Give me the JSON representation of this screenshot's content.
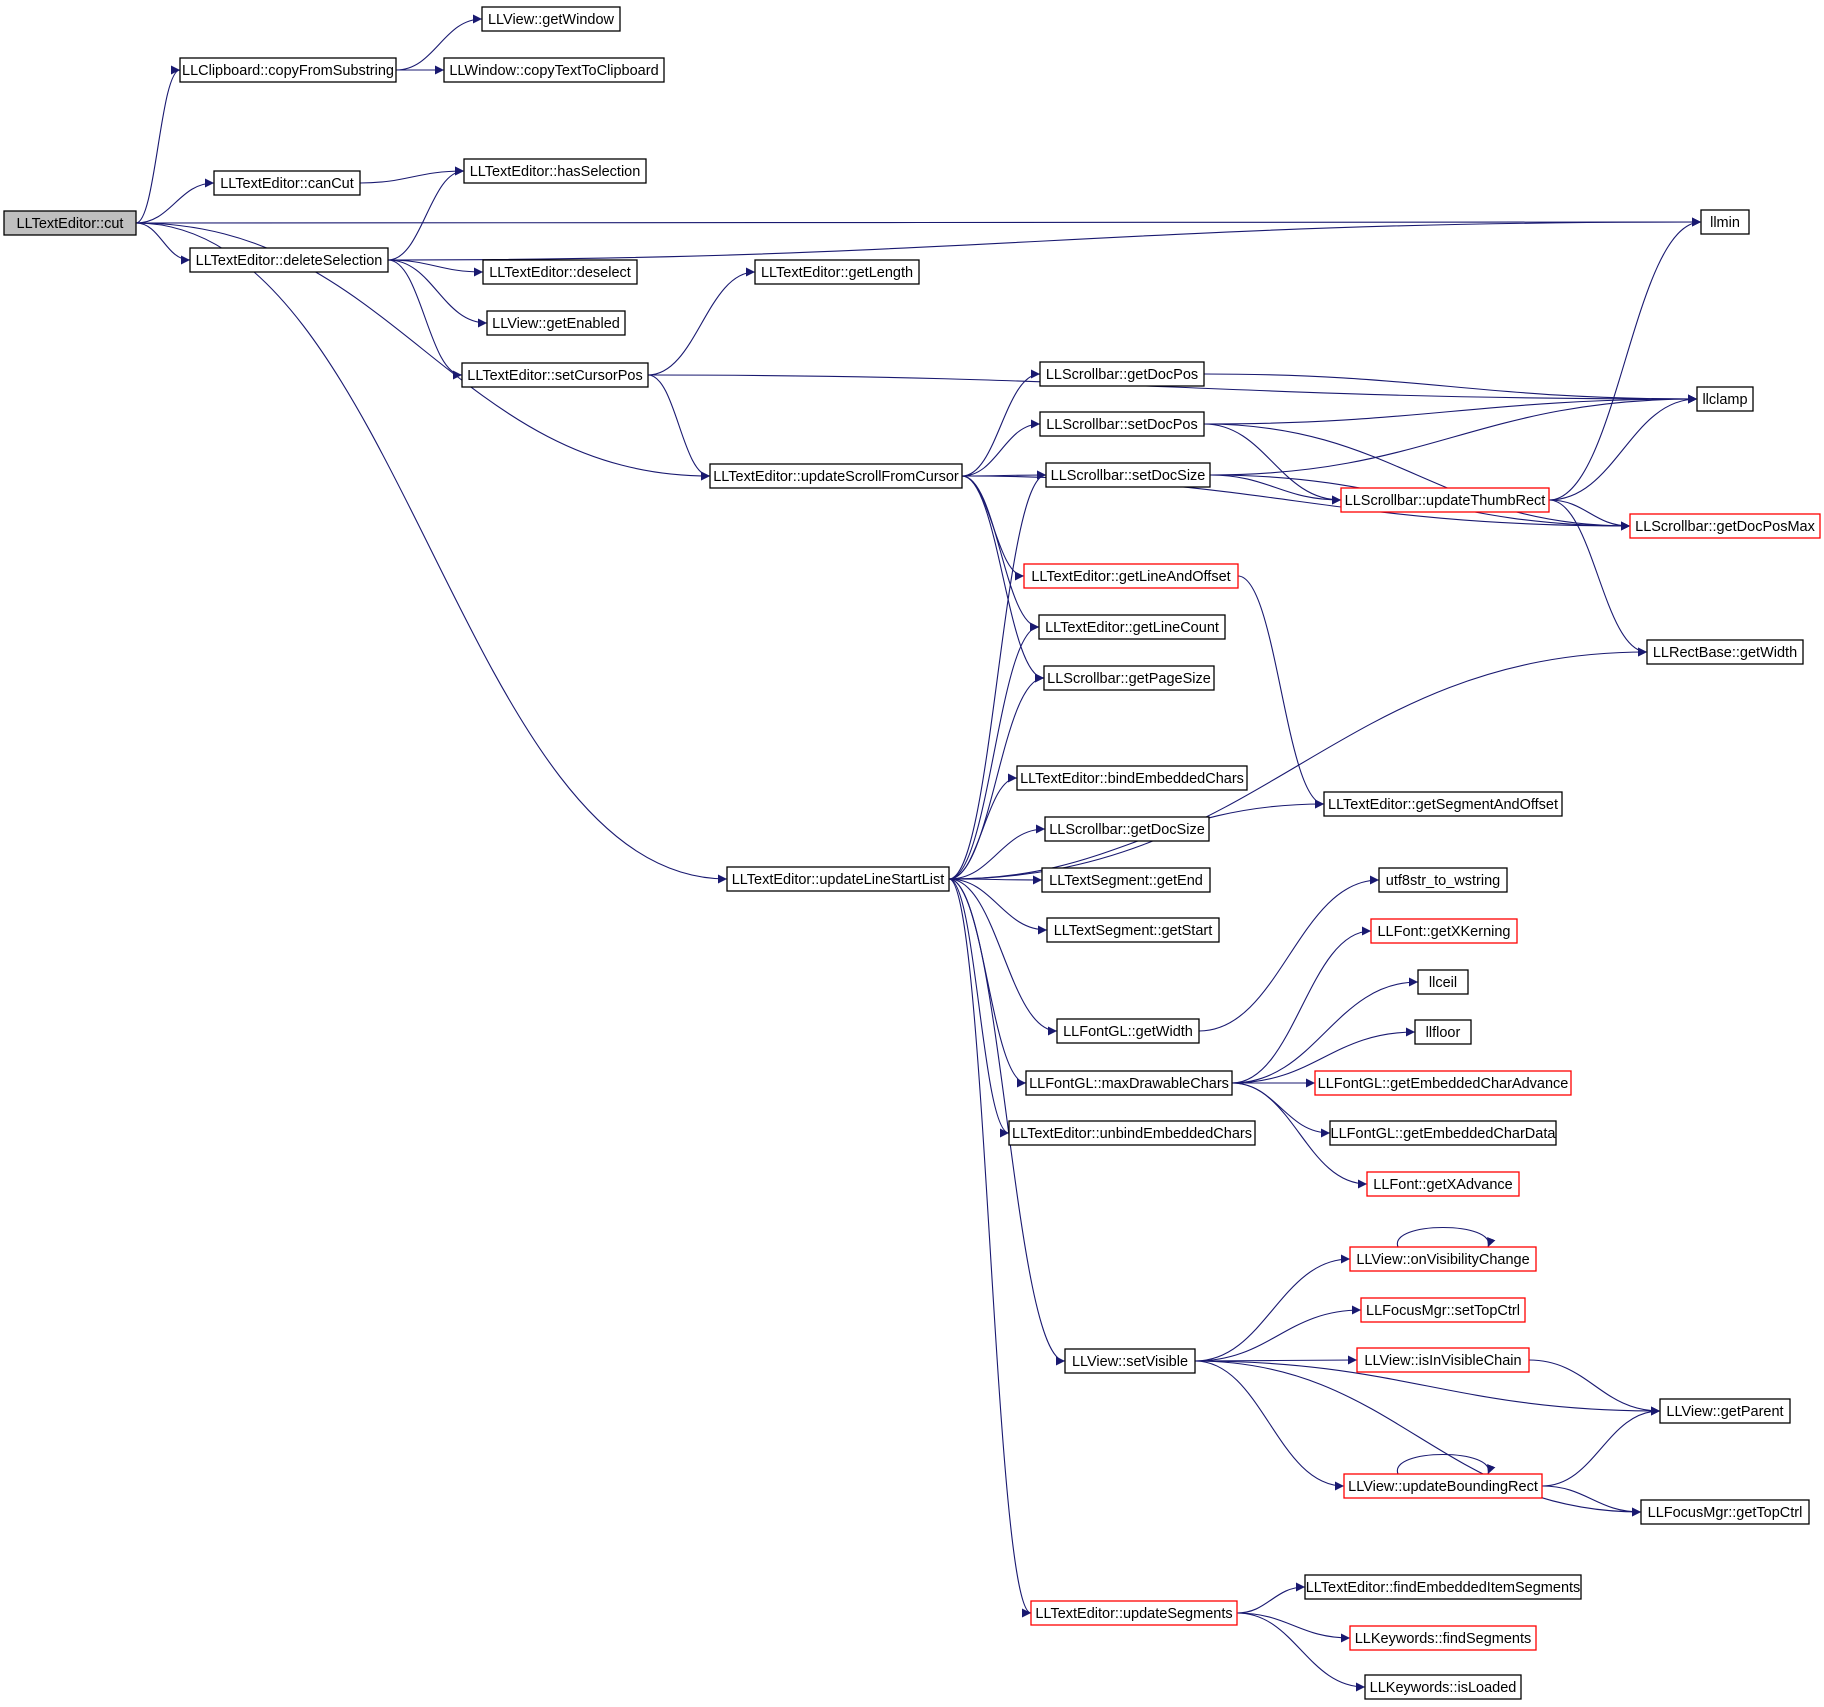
{
  "colors": {
    "edge": "#191970",
    "border_default": "#000000",
    "border_red": "#ff0000",
    "root_fill": "#bfbfbf"
  },
  "nodes": [
    {
      "id": "cut",
      "label": "LLTextEditor::cut",
      "style": "root"
    },
    {
      "id": "copyFromSubstring",
      "label": "LLClipboard::copyFromSubstring",
      "style": "black"
    },
    {
      "id": "getWindow",
      "label": "LLView::getWindow",
      "style": "black"
    },
    {
      "id": "copyTextToClipboard",
      "label": "LLWindow::copyTextToClipboard",
      "style": "black"
    },
    {
      "id": "canCut",
      "label": "LLTextEditor::canCut",
      "style": "black"
    },
    {
      "id": "hasSelection",
      "label": "LLTextEditor::hasSelection",
      "style": "black"
    },
    {
      "id": "deleteSelection",
      "label": "LLTextEditor::deleteSelection",
      "style": "black"
    },
    {
      "id": "llmin",
      "label": "llmin",
      "style": "black"
    },
    {
      "id": "deselect",
      "label": "LLTextEditor::deselect",
      "style": "black"
    },
    {
      "id": "getEnabled",
      "label": "LLView::getEnabled",
      "style": "black"
    },
    {
      "id": "getLength",
      "label": "LLTextEditor::getLength",
      "style": "black"
    },
    {
      "id": "setCursorPos",
      "label": "LLTextEditor::setCursorPos",
      "style": "black"
    },
    {
      "id": "llclamp",
      "label": "llclamp",
      "style": "black"
    },
    {
      "id": "getDocPos",
      "label": "LLScrollbar::getDocPos",
      "style": "black"
    },
    {
      "id": "setDocPos",
      "label": "LLScrollbar::setDocPos",
      "style": "black"
    },
    {
      "id": "updateScrollFromCursor",
      "label": "LLTextEditor::updateScrollFromCursor",
      "style": "black"
    },
    {
      "id": "setDocSize",
      "label": "LLScrollbar::setDocSize",
      "style": "black"
    },
    {
      "id": "updateThumbRect",
      "label": "LLScrollbar::updateThumbRect",
      "style": "red"
    },
    {
      "id": "getDocPosMax",
      "label": "LLScrollbar::getDocPosMax",
      "style": "red"
    },
    {
      "id": "getLineAndOffset",
      "label": "LLTextEditor::getLineAndOffset",
      "style": "red"
    },
    {
      "id": "getLineCount",
      "label": "LLTextEditor::getLineCount",
      "style": "black"
    },
    {
      "id": "getPageSize",
      "label": "LLScrollbar::getPageSize",
      "style": "black"
    },
    {
      "id": "rectGetWidth",
      "label": "LLRectBase::getWidth",
      "style": "black"
    },
    {
      "id": "bindEmbeddedChars",
      "label": "LLTextEditor::bindEmbeddedChars",
      "style": "black"
    },
    {
      "id": "getSegmentAndOffset",
      "label": "LLTextEditor::getSegmentAndOffset",
      "style": "black"
    },
    {
      "id": "getDocSize",
      "label": "LLScrollbar::getDocSize",
      "style": "black"
    },
    {
      "id": "updateLineStartList",
      "label": "LLTextEditor::updateLineStartList",
      "style": "black"
    },
    {
      "id": "getEnd",
      "label": "LLTextSegment::getEnd",
      "style": "black"
    },
    {
      "id": "utf8str",
      "label": "utf8str_to_wstring",
      "style": "black"
    },
    {
      "id": "getStart",
      "label": "LLTextSegment::getStart",
      "style": "black"
    },
    {
      "id": "getXKerning",
      "label": "LLFont::getXKerning",
      "style": "red"
    },
    {
      "id": "llceil",
      "label": "llceil",
      "style": "black"
    },
    {
      "id": "fontGetWidth",
      "label": "LLFontGL::getWidth",
      "style": "black"
    },
    {
      "id": "llfloor",
      "label": "llfloor",
      "style": "black"
    },
    {
      "id": "maxDrawableChars",
      "label": "LLFontGL::maxDrawableChars",
      "style": "black"
    },
    {
      "id": "getEmbeddedCharAdvance",
      "label": "LLFontGL::getEmbeddedCharAdvance",
      "style": "red"
    },
    {
      "id": "unbindEmbeddedChars",
      "label": "LLTextEditor::unbindEmbeddedChars",
      "style": "black"
    },
    {
      "id": "getEmbeddedCharData",
      "label": "LLFontGL::getEmbeddedCharData",
      "style": "black"
    },
    {
      "id": "getXAdvance",
      "label": "LLFont::getXAdvance",
      "style": "red"
    },
    {
      "id": "onVisibilityChange",
      "label": "LLView::onVisibilityChange",
      "style": "red"
    },
    {
      "id": "setTopCtrl",
      "label": "LLFocusMgr::setTopCtrl",
      "style": "red"
    },
    {
      "id": "setVisible",
      "label": "LLView::setVisible",
      "style": "black"
    },
    {
      "id": "isInVisibleChain",
      "label": "LLView::isInVisibleChain",
      "style": "red"
    },
    {
      "id": "getParent",
      "label": "LLView::getParent",
      "style": "black"
    },
    {
      "id": "updateBoundingRect",
      "label": "LLView::updateBoundingRect",
      "style": "red"
    },
    {
      "id": "getTopCtrl",
      "label": "LLFocusMgr::getTopCtrl",
      "style": "black"
    },
    {
      "id": "findEmbeddedItemSegments",
      "label": "LLTextEditor::findEmbeddedItemSegments",
      "style": "black"
    },
    {
      "id": "updateSegments",
      "label": "LLTextEditor::updateSegments",
      "style": "red"
    },
    {
      "id": "findSegments",
      "label": "LLKeywords::findSegments",
      "style": "red"
    },
    {
      "id": "isLoaded",
      "label": "LLKeywords::isLoaded",
      "style": "black"
    }
  ],
  "edges": [
    [
      "cut",
      "copyFromSubstring"
    ],
    [
      "copyFromSubstring",
      "getWindow"
    ],
    [
      "copyFromSubstring",
      "copyTextToClipboard"
    ],
    [
      "cut",
      "llmin"
    ],
    [
      "cut",
      "canCut"
    ],
    [
      "canCut",
      "hasSelection"
    ],
    [
      "cut",
      "deleteSelection"
    ],
    [
      "deleteSelection",
      "hasSelection"
    ],
    [
      "deleteSelection",
      "llmin"
    ],
    [
      "deleteSelection",
      "deselect"
    ],
    [
      "deleteSelection",
      "getEnabled"
    ],
    [
      "deleteSelection",
      "setCursorPos"
    ],
    [
      "setCursorPos",
      "getLength"
    ],
    [
      "setCursorPos",
      "llclamp"
    ],
    [
      "setCursorPos",
      "updateScrollFromCursor"
    ],
    [
      "cut",
      "updateScrollFromCursor"
    ],
    [
      "cut",
      "updateLineStartList"
    ],
    [
      "updateScrollFromCursor",
      "getDocPos"
    ],
    [
      "updateScrollFromCursor",
      "setDocPos"
    ],
    [
      "updateScrollFromCursor",
      "setDocSize"
    ],
    [
      "updateScrollFromCursor",
      "getDocPosMax"
    ],
    [
      "updateScrollFromCursor",
      "getLineAndOffset"
    ],
    [
      "updateScrollFromCursor",
      "getLineCount"
    ],
    [
      "updateScrollFromCursor",
      "getPageSize"
    ],
    [
      "getDocPos",
      "llclamp"
    ],
    [
      "setDocPos",
      "llclamp"
    ],
    [
      "setDocPos",
      "updateThumbRect"
    ],
    [
      "setDocPos",
      "getDocPosMax"
    ],
    [
      "setDocSize",
      "llclamp"
    ],
    [
      "setDocSize",
      "updateThumbRect"
    ],
    [
      "setDocSize",
      "getDocPosMax"
    ],
    [
      "updateThumbRect",
      "llmin"
    ],
    [
      "updateThumbRect",
      "llclamp"
    ],
    [
      "updateThumbRect",
      "getDocPosMax"
    ],
    [
      "updateThumbRect",
      "rectGetWidth"
    ],
    [
      "getLineAndOffset",
      "getSegmentAndOffset"
    ],
    [
      "updateLineStartList",
      "setDocSize"
    ],
    [
      "updateLineStartList",
      "getLineCount"
    ],
    [
      "updateLineStartList",
      "getPageSize"
    ],
    [
      "updateLineStartList",
      "rectGetWidth"
    ],
    [
      "updateLineStartList",
      "bindEmbeddedChars"
    ],
    [
      "updateLineStartList",
      "getDocSize"
    ],
    [
      "updateLineStartList",
      "getEnd"
    ],
    [
      "updateLineStartList",
      "getStart"
    ],
    [
      "updateLineStartList",
      "getSegmentAndOffset"
    ],
    [
      "updateLineStartList",
      "fontGetWidth"
    ],
    [
      "updateLineStartList",
      "maxDrawableChars"
    ],
    [
      "updateLineStartList",
      "unbindEmbeddedChars"
    ],
    [
      "updateLineStartList",
      "setVisible"
    ],
    [
      "updateLineStartList",
      "updateSegments"
    ],
    [
      "fontGetWidth",
      "utf8str"
    ],
    [
      "maxDrawableChars",
      "getXKerning"
    ],
    [
      "maxDrawableChars",
      "llceil"
    ],
    [
      "maxDrawableChars",
      "llfloor"
    ],
    [
      "maxDrawableChars",
      "getEmbeddedCharAdvance"
    ],
    [
      "maxDrawableChars",
      "getEmbeddedCharData"
    ],
    [
      "maxDrawableChars",
      "getXAdvance"
    ],
    [
      "onVisibilityChange",
      "onVisibilityChange"
    ],
    [
      "setVisible",
      "onVisibilityChange"
    ],
    [
      "setVisible",
      "setTopCtrl"
    ],
    [
      "setVisible",
      "isInVisibleChain"
    ],
    [
      "setVisible",
      "getParent"
    ],
    [
      "setVisible",
      "updateBoundingRect"
    ],
    [
      "setVisible",
      "getTopCtrl"
    ],
    [
      "isInVisibleChain",
      "getParent"
    ],
    [
      "updateBoundingRect",
      "updateBoundingRect"
    ],
    [
      "updateBoundingRect",
      "getParent"
    ],
    [
      "updateBoundingRect",
      "getTopCtrl"
    ],
    [
      "updateSegments",
      "findEmbeddedItemSegments"
    ],
    [
      "updateSegments",
      "findSegments"
    ],
    [
      "updateSegments",
      "isLoaded"
    ]
  ]
}
